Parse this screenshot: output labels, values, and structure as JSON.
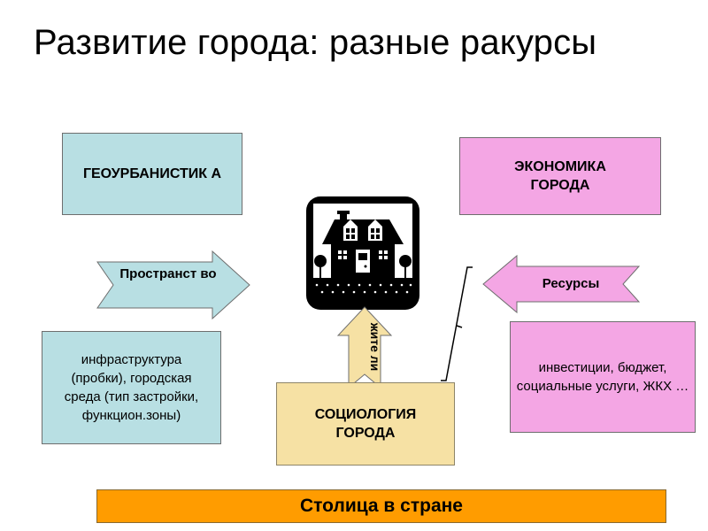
{
  "title": "Развитие города: разные ракурсы",
  "boxes": {
    "geourbanistics": "ГЕОУРБАНИСТИК А",
    "economics": "ЭКОНОМИКА ГОРОДА",
    "sociology": "СОЦИОЛОГИЯ ГОРОДА",
    "infrastructure": "инфраструктура (пробки), городская среда (тип застройки, функцион.зоны)",
    "investments": "инвестиции, бюджет, социальные услуги, ЖКХ …",
    "capital": "Столица в стране"
  },
  "arrows": {
    "space": "Пространст во",
    "resources": "Ресурсы",
    "residents": "жите ли"
  },
  "icons": {
    "center": "house-icon"
  },
  "colors": {
    "blue_box": "#b8dfe3",
    "pink_box": "#f4a6e4",
    "yellow_box": "#f6e1a4",
    "orange_bar": "#ff9c00"
  }
}
